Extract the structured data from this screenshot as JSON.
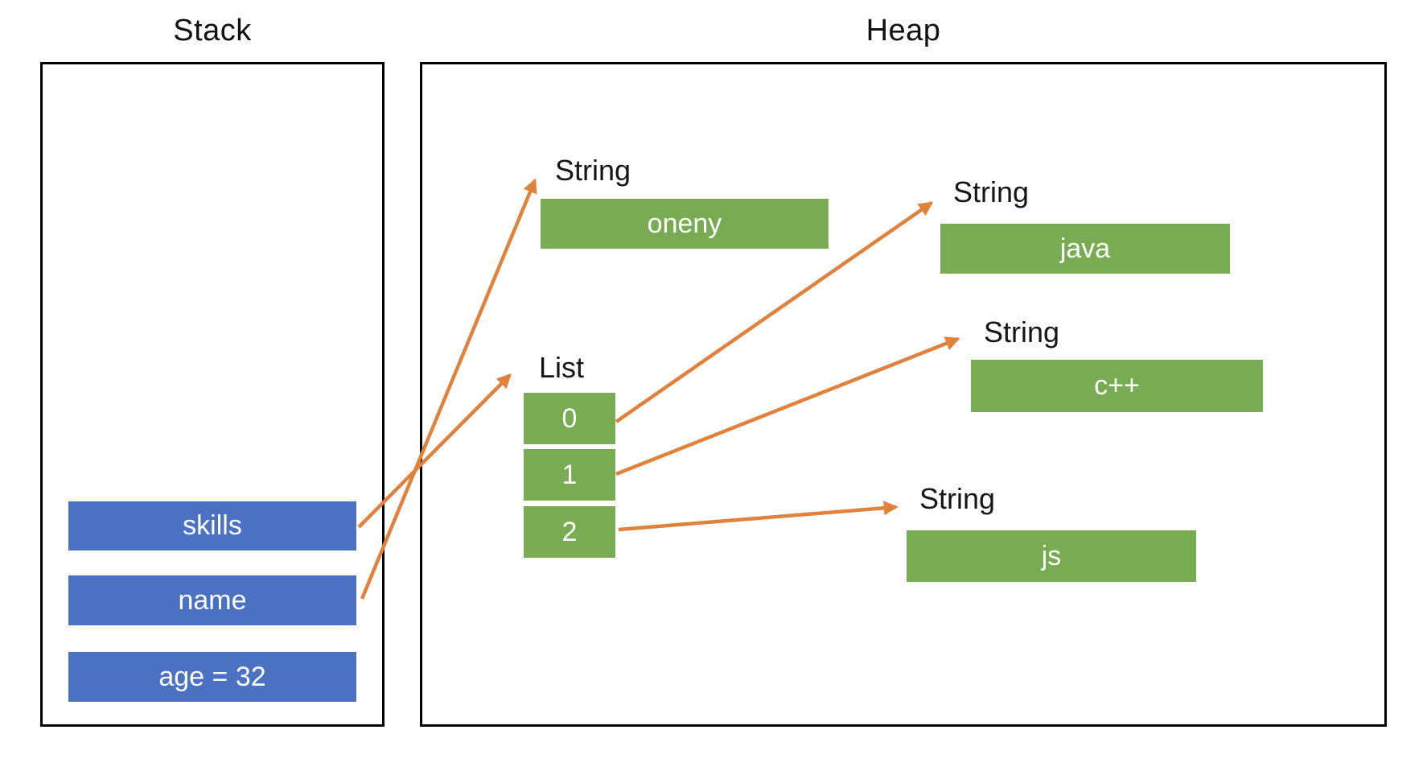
{
  "stack": {
    "title": "Stack",
    "items": [
      "skills",
      "name",
      "age = 32"
    ]
  },
  "heap": {
    "title": "Heap",
    "string_oneny": {
      "label": "String",
      "value": "oneny"
    },
    "list": {
      "label": "List",
      "cells": [
        "0",
        "1",
        "2"
      ]
    },
    "string_java": {
      "label": "String",
      "value": "java"
    },
    "string_cpp": {
      "label": "String",
      "value": "c++"
    },
    "string_js": {
      "label": "String",
      "value": "js"
    }
  },
  "arrows": [
    {
      "from": "stack.skills",
      "to": "heap.list"
    },
    {
      "from": "stack.name",
      "to": "heap.string_oneny"
    },
    {
      "from": "heap.list.cell_0",
      "to": "heap.string_java"
    },
    {
      "from": "heap.list.cell_1",
      "to": "heap.string_cpp"
    },
    {
      "from": "heap.list.cell_2",
      "to": "heap.string_js"
    }
  ],
  "colors": {
    "stack_item_fill": "#4B72C2",
    "heap_object_fill": "#79AC52",
    "arrow": "#E0813C",
    "frame_border": "#000000",
    "text_on_fill": "#FFFFFF",
    "label_text": "#161616"
  }
}
